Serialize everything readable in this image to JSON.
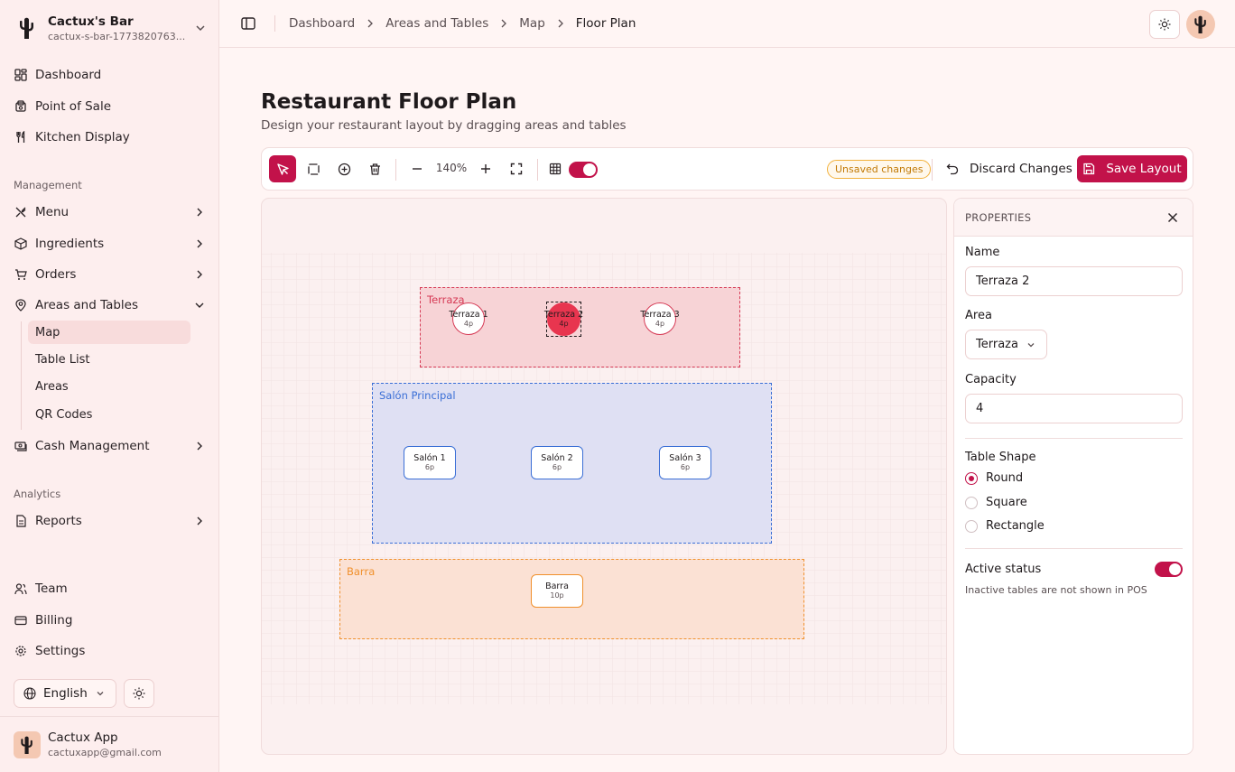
{
  "workspace": {
    "name": "Cactux's Bar",
    "slug": "cactux-s-bar-1773820763..."
  },
  "sidebar": {
    "main": [
      {
        "label": "Dashboard",
        "icon": "dashboard-icon"
      },
      {
        "label": "Point of Sale",
        "icon": "pos-icon"
      },
      {
        "label": "Kitchen Display",
        "icon": "utensils-icon"
      }
    ],
    "management_label": "Management",
    "management": [
      {
        "label": "Menu",
        "icon": "utensils-crossed-icon"
      },
      {
        "label": "Ingredients",
        "icon": "package-icon"
      },
      {
        "label": "Orders",
        "icon": "cart-icon"
      },
      {
        "label": "Areas and Tables",
        "icon": "map-pin-icon"
      }
    ],
    "areas_sub": [
      {
        "label": "Map",
        "active": true
      },
      {
        "label": "Table List"
      },
      {
        "label": "Areas"
      },
      {
        "label": "QR Codes"
      }
    ],
    "cash": {
      "label": "Cash Management",
      "icon": "cash-icon"
    },
    "analytics_label": "Analytics",
    "reports": {
      "label": "Reports",
      "icon": "file-icon"
    },
    "bottom": [
      {
        "label": "Team",
        "icon": "users-icon"
      },
      {
        "label": "Billing",
        "icon": "card-icon"
      },
      {
        "label": "Settings",
        "icon": "gear-icon"
      }
    ],
    "language": "English",
    "user": {
      "name": "Cactux App",
      "email": "cactuxapp@gmail.com"
    }
  },
  "breadcrumbs": [
    "Dashboard",
    "Areas and Tables",
    "Map",
    "Floor Plan"
  ],
  "page": {
    "title": "Restaurant Floor Plan",
    "subtitle": "Design your restaurant layout by dragging areas and tables"
  },
  "toolbar": {
    "zoom": "140%",
    "grid_on": true,
    "unsaved": "Unsaved changes",
    "discard": "Discard Changes",
    "save": "Save Layout"
  },
  "areas": [
    {
      "name": "Terraza",
      "color": "#d63a55",
      "tables": [
        {
          "name": "Terraza 1",
          "capacity": "4p",
          "shape": "round"
        },
        {
          "name": "Terraza 2",
          "capacity": "4p",
          "shape": "round",
          "selected": true
        },
        {
          "name": "Terraza 3",
          "capacity": "4p",
          "shape": "round"
        }
      ]
    },
    {
      "name": "Salón Principal",
      "color": "#3b6fd6",
      "tables": [
        {
          "name": "Salón 1",
          "capacity": "6p",
          "shape": "rect"
        },
        {
          "name": "Salón 2",
          "capacity": "6p",
          "shape": "rect"
        },
        {
          "name": "Salón 3",
          "capacity": "6p",
          "shape": "rect"
        }
      ]
    },
    {
      "name": "Barra",
      "color": "#f0902c",
      "tables": [
        {
          "name": "Barra",
          "capacity": "10p",
          "shape": "rect"
        }
      ]
    }
  ],
  "properties": {
    "title": "PROPERTIES",
    "name_label": "Name",
    "name_value": "Terraza 2",
    "area_label": "Area",
    "area_value": "Terraza",
    "capacity_label": "Capacity",
    "capacity_value": "4",
    "shape_label": "Table Shape",
    "shapes": [
      {
        "label": "Round",
        "selected": true
      },
      {
        "label": "Square"
      },
      {
        "label": "Rectangle"
      }
    ],
    "active_label": "Active status",
    "active_on": true,
    "active_hint": "Inactive tables are not shown in POS"
  },
  "colors": {
    "accent": "#c2124a"
  }
}
